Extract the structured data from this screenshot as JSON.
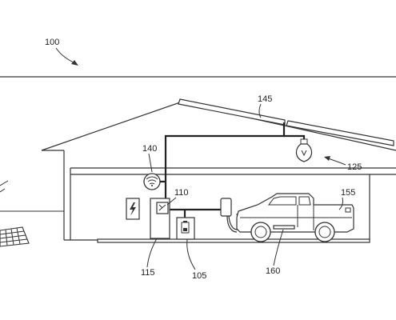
{
  "figure": {
    "reference_numerals": {
      "system": "100",
      "solar_panels": "145",
      "lamp": "125",
      "wifi": "140",
      "controller": "110",
      "charger_box": "115",
      "battery": "105",
      "vehicle": "155",
      "connector": "160"
    }
  }
}
